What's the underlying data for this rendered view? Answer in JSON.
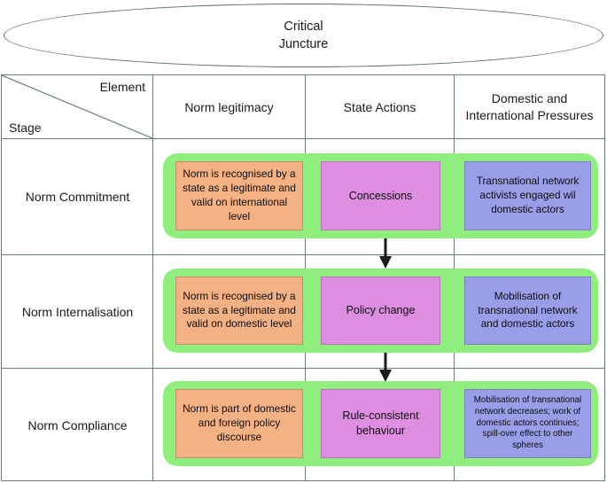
{
  "diagram": {
    "title_shape": {
      "name": "critical-juncture-ellipse",
      "line1": "Critical",
      "line2": "Juncture"
    },
    "colors": {
      "band_green": "#90ee7e",
      "box_orange": "#f4b183",
      "box_pink": "#dd8ee0",
      "box_blue": "#9a9de8",
      "border": "#6b7d7f",
      "arrow": "#1a1a1a"
    },
    "matrix": {
      "corner": {
        "column_axis_label": "Element",
        "row_axis_label": "Stage"
      },
      "columns": [
        {
          "id": "norm-legitimacy",
          "label": "Norm legitimacy"
        },
        {
          "id": "state-actions",
          "label": "State Actions"
        },
        {
          "id": "domestic-international-pressures",
          "label": "Domestic and\nInternational Pressures"
        }
      ],
      "column_headers": {
        "c0": "Norm legitimacy",
        "c1": "State Actions",
        "c2_line1": "Domestic and",
        "c2_line2": "International Pressures"
      },
      "rows": [
        {
          "id": "norm-commitment",
          "stage": "Norm Commitment",
          "legitimacy": "Norm is recognised by a state as a legitimate and valid on international level",
          "action": "Concessions",
          "pressure": "Transnational network activists engaged wil domestic actors"
        },
        {
          "id": "norm-internalisation",
          "stage": "Norm Internalisation",
          "legitimacy": "Norm is recognised by a state as a legitimate and valid on domestic level",
          "action": "Policy change",
          "pressure": "Mobilisation of transnational network and domestic actors"
        },
        {
          "id": "norm-compliance",
          "stage": "Norm Compliance",
          "legitimacy": "Norm is part of domestic and foreign policy discourse",
          "action": "Rule-consistent behaviour",
          "pressure": "Mobilisation of transnational network decreases; work of domestic actors continues; spill-over effect to other spheres"
        }
      ],
      "flow_arrows": [
        {
          "id": "arrow-commitment-to-internalisation",
          "direction": "down"
        },
        {
          "id": "arrow-internalisation-to-compliance",
          "direction": "down"
        }
      ]
    }
  }
}
